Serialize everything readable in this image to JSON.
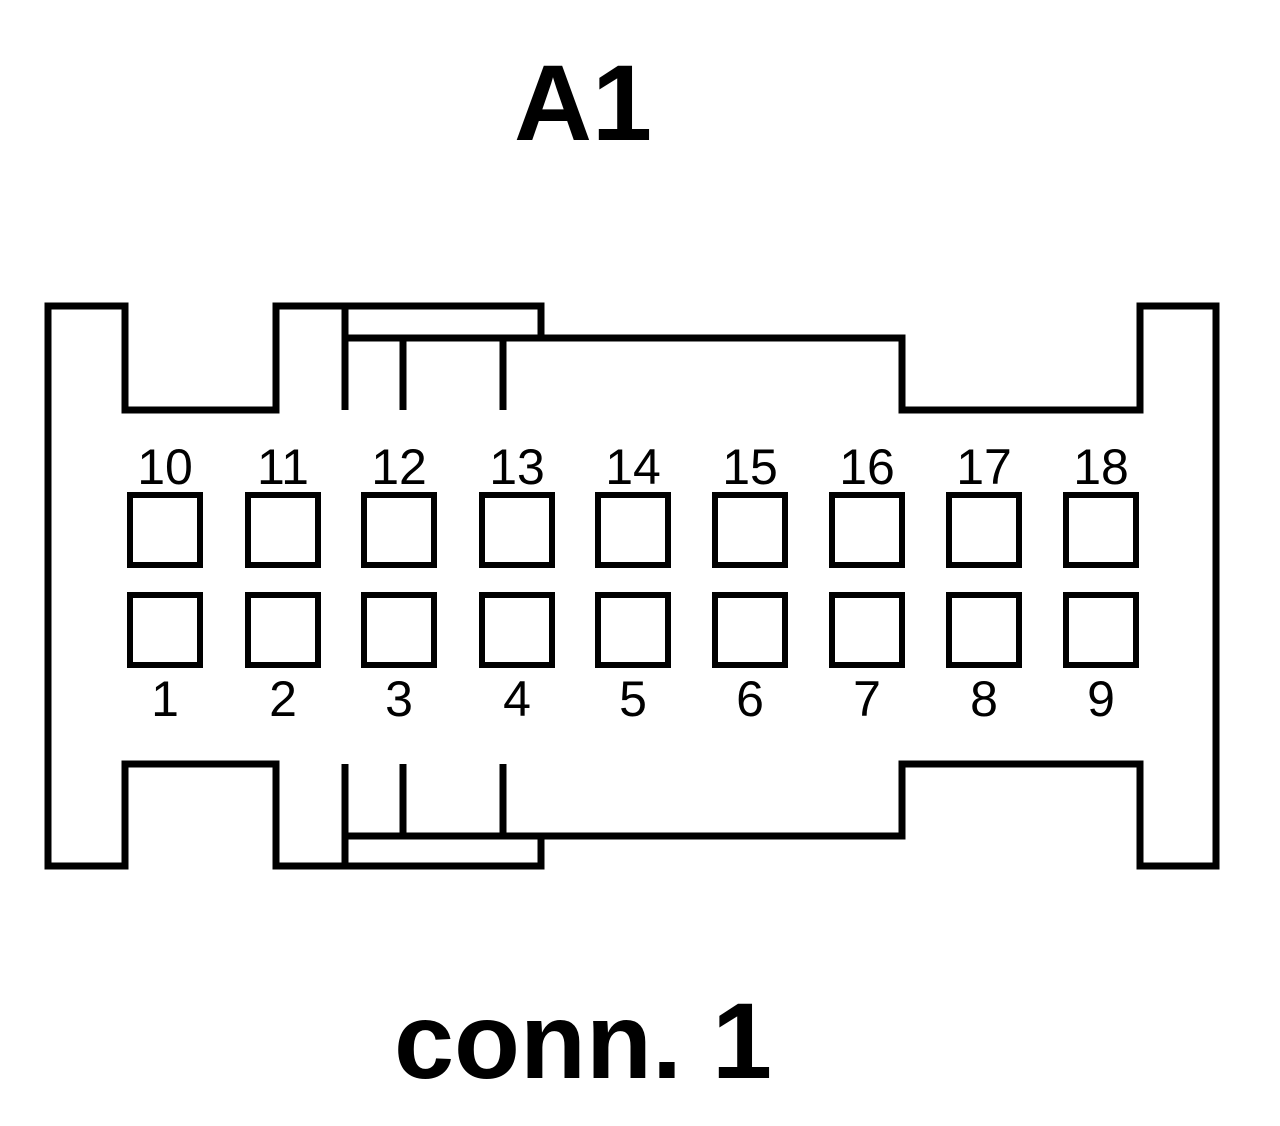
{
  "header": {
    "title": "A1"
  },
  "footer": {
    "caption": "conn. 1"
  },
  "connector": {
    "top_row": [
      "10",
      "11",
      "12",
      "13",
      "14",
      "15",
      "16",
      "17",
      "18"
    ],
    "bottom_row": [
      "1",
      "2",
      "3",
      "4",
      "5",
      "6",
      "7",
      "8",
      "9"
    ]
  },
  "colors": {
    "stroke": "#000000",
    "background": "#ffffff"
  }
}
